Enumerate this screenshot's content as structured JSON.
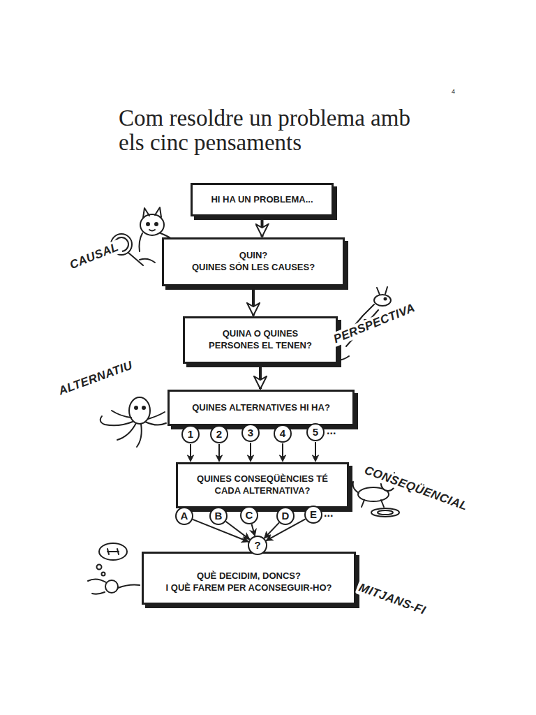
{
  "diagram": {
    "title": "Com resoldre un problema amb els cinc pensaments",
    "nodes": [
      {
        "text": [
          "HI HA UN PROBLEMA..."
        ]
      },
      {
        "text": [
          "QUIN?",
          "QUINES SÓN LES CAUSES?"
        ]
      },
      {
        "text": [
          "QUINA O QUINES PERSONES EL TENEN?"
        ]
      },
      {
        "text": [
          "QUINES ALTERNATIVES HI HA?"
        ]
      },
      {
        "text": [
          "1"
        ]
      },
      {
        "text": [
          "2"
        ]
      },
      {
        "text": [
          "3"
        ]
      },
      {
        "text": [
          "4"
        ]
      },
      {
        "text": [
          "5"
        ]
      },
      {
        "text": [
          "QUINES CONSEQÜÈNCIES TÉ CADA ALTERNATIVA?"
        ]
      },
      {
        "text": [
          "A"
        ]
      },
      {
        "text": [
          "B"
        ]
      },
      {
        "text": [
          "C"
        ]
      },
      {
        "text": [
          "D"
        ]
      },
      {
        "text": [
          "E"
        ]
      },
      {
        "text": [
          "?"
        ]
      },
      {
        "text": [
          "QUÈ DECIDIM, DONCS?",
          "I QUÈ FAREM PER ACONSEGUIR-HO?"
        ]
      }
    ],
    "edges": [
      {
        "from": 0,
        "to": 1,
        "arrow": "to"
      },
      {
        "from": 1,
        "to": 2,
        "arrow": "to"
      },
      {
        "from": 2,
        "to": 3,
        "arrow": "to"
      },
      {
        "from": 4,
        "to": 9,
        "arrow": "to"
      },
      {
        "from": 5,
        "to": 9,
        "arrow": "to"
      },
      {
        "from": 6,
        "to": 9,
        "arrow": "to"
      },
      {
        "from": 7,
        "to": 9,
        "arrow": "to"
      },
      {
        "from": 8,
        "to": 9,
        "arrow": "to"
      },
      {
        "from": 10,
        "to": 15,
        "arrow": "to"
      },
      {
        "from": 11,
        "to": 15,
        "arrow": "to"
      },
      {
        "from": 12,
        "to": 15,
        "arrow": "to"
      },
      {
        "from": 13,
        "to": 15,
        "arrow": "to"
      },
      {
        "from": 14,
        "to": 15,
        "arrow": "to"
      }
    ],
    "labels": [
      "4",
      "CAUSAL",
      "PERSPECTIVA",
      "ALTERNATIU",
      "CONSEQÜENCIAL",
      "MITJANS-FI",
      "...",
      "..."
    ]
  }
}
